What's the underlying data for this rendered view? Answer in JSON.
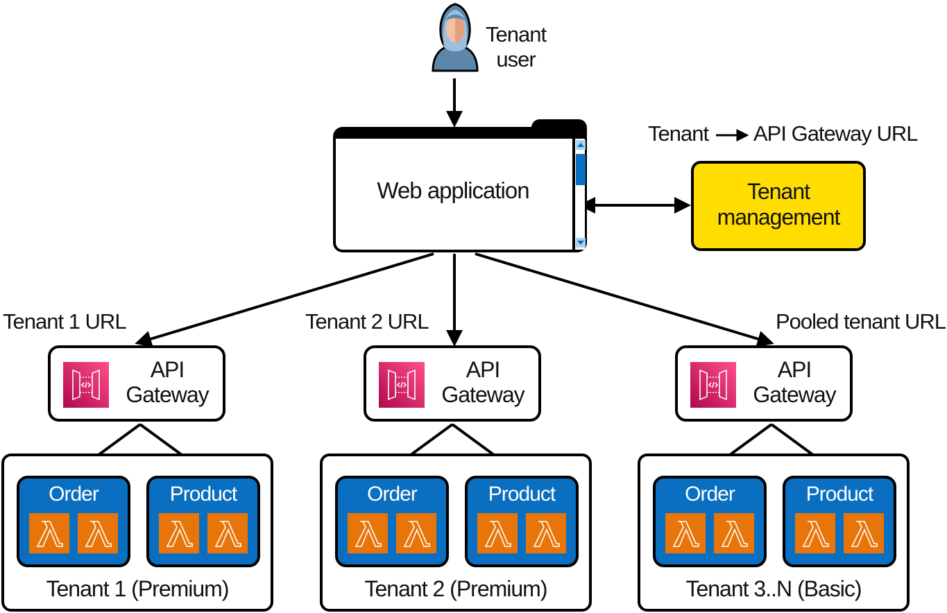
{
  "diagram": {
    "user": {
      "label_line1": "Tenant",
      "label_line2": "user"
    },
    "web_app": {
      "title": "Web application"
    },
    "mapping_note": {
      "from": "Tenant",
      "to": "API Gateway URL"
    },
    "tenant_management": {
      "line1": "Tenant",
      "line2": "management"
    },
    "routes": [
      {
        "url_label": "Tenant 1 URL"
      },
      {
        "url_label": "Tenant 2 URL"
      },
      {
        "url_label": "Pooled tenant URL"
      }
    ],
    "gateways": [
      {
        "line1": "API",
        "line2": "Gateway"
      },
      {
        "line1": "API",
        "line2": "Gateway"
      },
      {
        "line1": "API",
        "line2": "Gateway"
      }
    ],
    "tenants": [
      {
        "label": "Tenant 1 (Premium)",
        "services": [
          {
            "name": "Order"
          },
          {
            "name": "Product"
          }
        ]
      },
      {
        "label": "Tenant 2 (Premium)",
        "services": [
          {
            "name": "Order"
          },
          {
            "name": "Product"
          }
        ]
      },
      {
        "label": "Tenant 3..N (Basic)",
        "services": [
          {
            "name": "Order"
          },
          {
            "name": "Product"
          }
        ]
      }
    ],
    "colors": {
      "tenant_management": "#ffdd00",
      "service": "#0a6fc0",
      "lambda": "#e8750a",
      "api_gateway": "#e7157b"
    }
  }
}
